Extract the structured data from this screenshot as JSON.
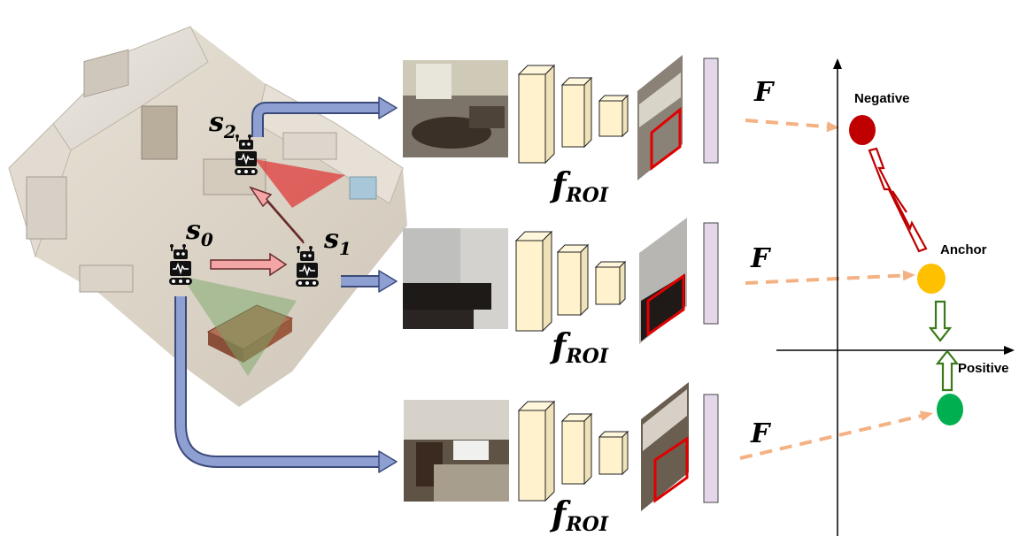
{
  "states": {
    "s0": {
      "base": "s",
      "sub": "0"
    },
    "s1": {
      "base": "s",
      "sub": "1"
    },
    "s2": {
      "base": "s",
      "sub": "2"
    }
  },
  "network": {
    "base": "f",
    "sub": "ROI"
  },
  "feature_symbol": "F",
  "embedding": {
    "negative": "Negative",
    "anchor": "Anchor",
    "positive": "Positive"
  },
  "colors": {
    "negative": "#c00000",
    "anchor": "#ffc000",
    "positive": "#00b050",
    "cube": "#fff2cc",
    "feature_vector": "#e4d7ea",
    "pipeline_arrow": "#8ea0d2",
    "robot_move_arrow": "#f4a6a6",
    "dashed_arrow": "#f4b183",
    "roi_box": "#e00000"
  }
}
